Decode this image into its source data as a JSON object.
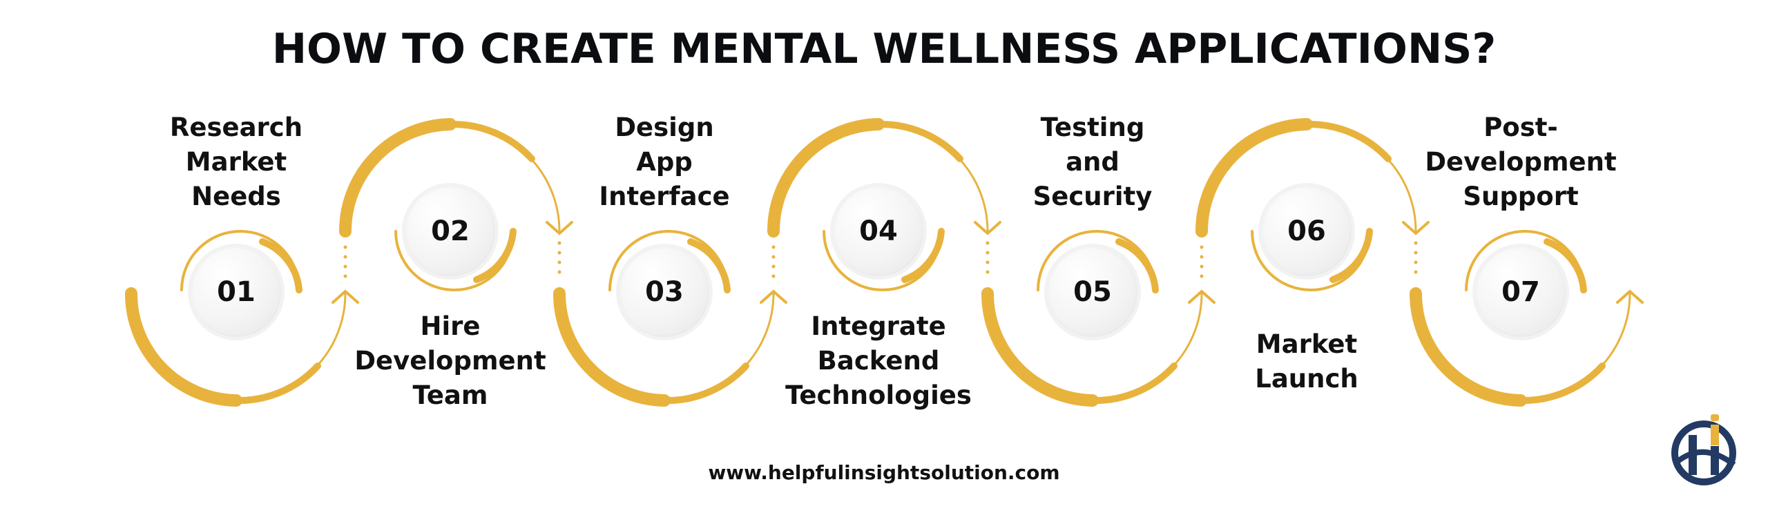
{
  "title": "HOW TO CREATE MENTAL WELLNESS APPLICATIONS?",
  "steps": [
    {
      "number": "01",
      "label_lines": [
        "Research",
        "Market",
        "Needs"
      ],
      "position": "top"
    },
    {
      "number": "02",
      "label_lines": [
        "Hire",
        "Development",
        "Team"
      ],
      "position": "bottom"
    },
    {
      "number": "03",
      "label_lines": [
        "Design",
        "App",
        "Interface"
      ],
      "position": "top"
    },
    {
      "number": "04",
      "label_lines": [
        "Integrate",
        "Backend",
        "Technologies"
      ],
      "position": "bottom"
    },
    {
      "number": "05",
      "label_lines": [
        "Testing",
        "and",
        "Security"
      ],
      "position": "top"
    },
    {
      "number": "06",
      "label_lines": [
        "Market",
        "Launch"
      ],
      "position": "bottom"
    },
    {
      "number": "07",
      "label_lines": [
        "Post-",
        "Development",
        "Support"
      ],
      "position": "top"
    }
  ],
  "footer": {
    "website": "www.helpfulinsightsolution.com"
  },
  "logo": {
    "icon": "hi-logo-icon",
    "primary_color": "#233a63",
    "accent_color": "#e8b33d"
  },
  "colors": {
    "accent": "#e8b33d",
    "text": "#111111",
    "circle_border": "#f0f0f0"
  }
}
